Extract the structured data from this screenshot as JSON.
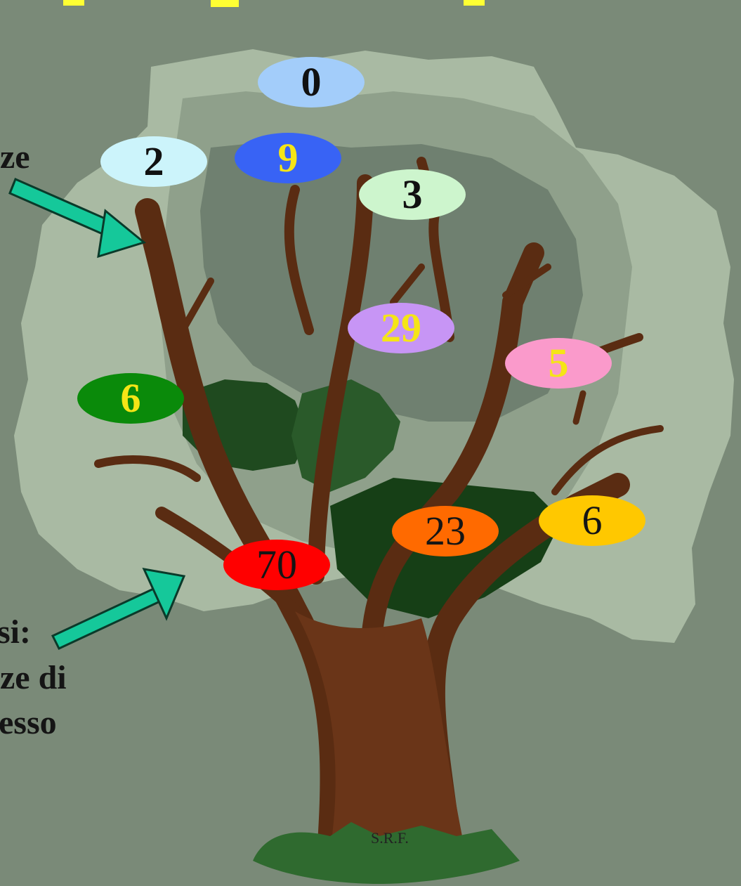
{
  "background_color": "#7a8a78",
  "side_text": {
    "top": "ze",
    "bottom_line1": "si:",
    "bottom_line2": "ze di",
    "bottom_line3": "esso"
  },
  "credit": "S.R.F.",
  "ovals": [
    {
      "id": "0",
      "label": "0",
      "fill": "#a3cdfa",
      "text_color": "#111111",
      "bold": true
    },
    {
      "id": "2",
      "label": "2",
      "fill": "#ccf4fb",
      "text_color": "#111111",
      "bold": true
    },
    {
      "id": "9",
      "label": "9",
      "fill": "#3863f5",
      "text_color": "#f5e516",
      "bold": true
    },
    {
      "id": "3",
      "label": "3",
      "fill": "#cdf5cd",
      "text_color": "#111111",
      "bold": true
    },
    {
      "id": "29",
      "label": "29",
      "fill": "#c795f5",
      "text_color": "#f5e516",
      "bold": true
    },
    {
      "id": "5",
      "label": "5",
      "fill": "#fa9acb",
      "text_color": "#f5e516",
      "bold": true
    },
    {
      "id": "6a",
      "label": "6",
      "fill": "#0a8a0a",
      "text_color": "#f5e516",
      "bold": true
    },
    {
      "id": "23",
      "label": "23",
      "fill": "#ff6a00",
      "text_color": "#151515",
      "bold": false
    },
    {
      "id": "6b",
      "label": "6",
      "fill": "#ffc800",
      "text_color": "#151515",
      "bold": false
    },
    {
      "id": "70",
      "label": "70",
      "fill": "#ff0000",
      "text_color": "#151515",
      "bold": false
    }
  ]
}
